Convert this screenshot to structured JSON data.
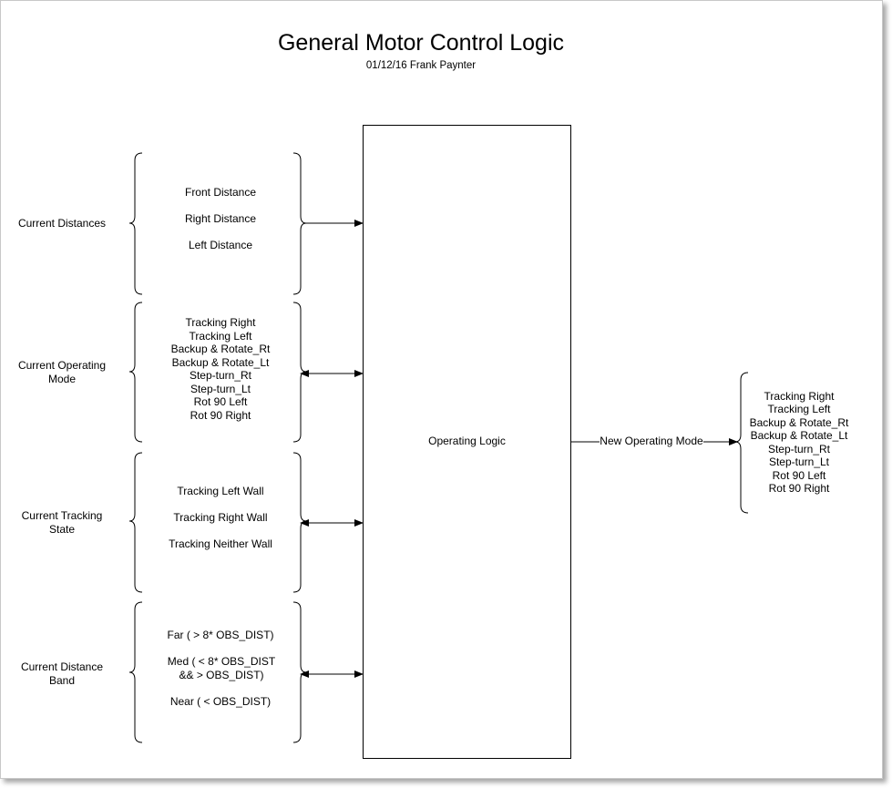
{
  "header": {
    "title": "General Motor Control Logic",
    "subtitle": "01/12/16 Frank Paynter"
  },
  "inputs": [
    {
      "label": "Current Distances",
      "items": [
        "Front Distance",
        "Right Distance",
        "Left Distance"
      ]
    },
    {
      "label": "Current Operating Mode",
      "items": [
        "Tracking Right",
        "Tracking Left",
        "Backup & Rotate_Rt",
        "Backup & Rotate_Lt",
        "Step-turn_Rt",
        "Step-turn_Lt",
        "Rot 90 Left",
        "Rot 90 Right"
      ]
    },
    {
      "label": "Current Tracking State",
      "items": [
        "Tracking Left Wall",
        "Tracking Right Wall",
        "Tracking Neither Wall"
      ]
    },
    {
      "label": "Current Distance Band",
      "items": [
        "Far ( > 8* OBS_DIST)",
        "Med  ( < 8* OBS_DIST && > OBS_DIST)",
        "Near ( < OBS_DIST)"
      ]
    }
  ],
  "process": {
    "label": "Operating Logic"
  },
  "output": {
    "arrow_label": "New Operating Mode",
    "items": [
      "Tracking Right",
      "Tracking Left",
      "Backup & Rotate_Rt",
      "Backup & Rotate_Lt",
      "Step-turn_Rt",
      "Step-turn_Lt",
      "Rot 90 Left",
      "Rot 90 Right"
    ]
  },
  "colors": {
    "line": "#000000",
    "background": "#ffffff",
    "border": "#c8c8c8"
  }
}
